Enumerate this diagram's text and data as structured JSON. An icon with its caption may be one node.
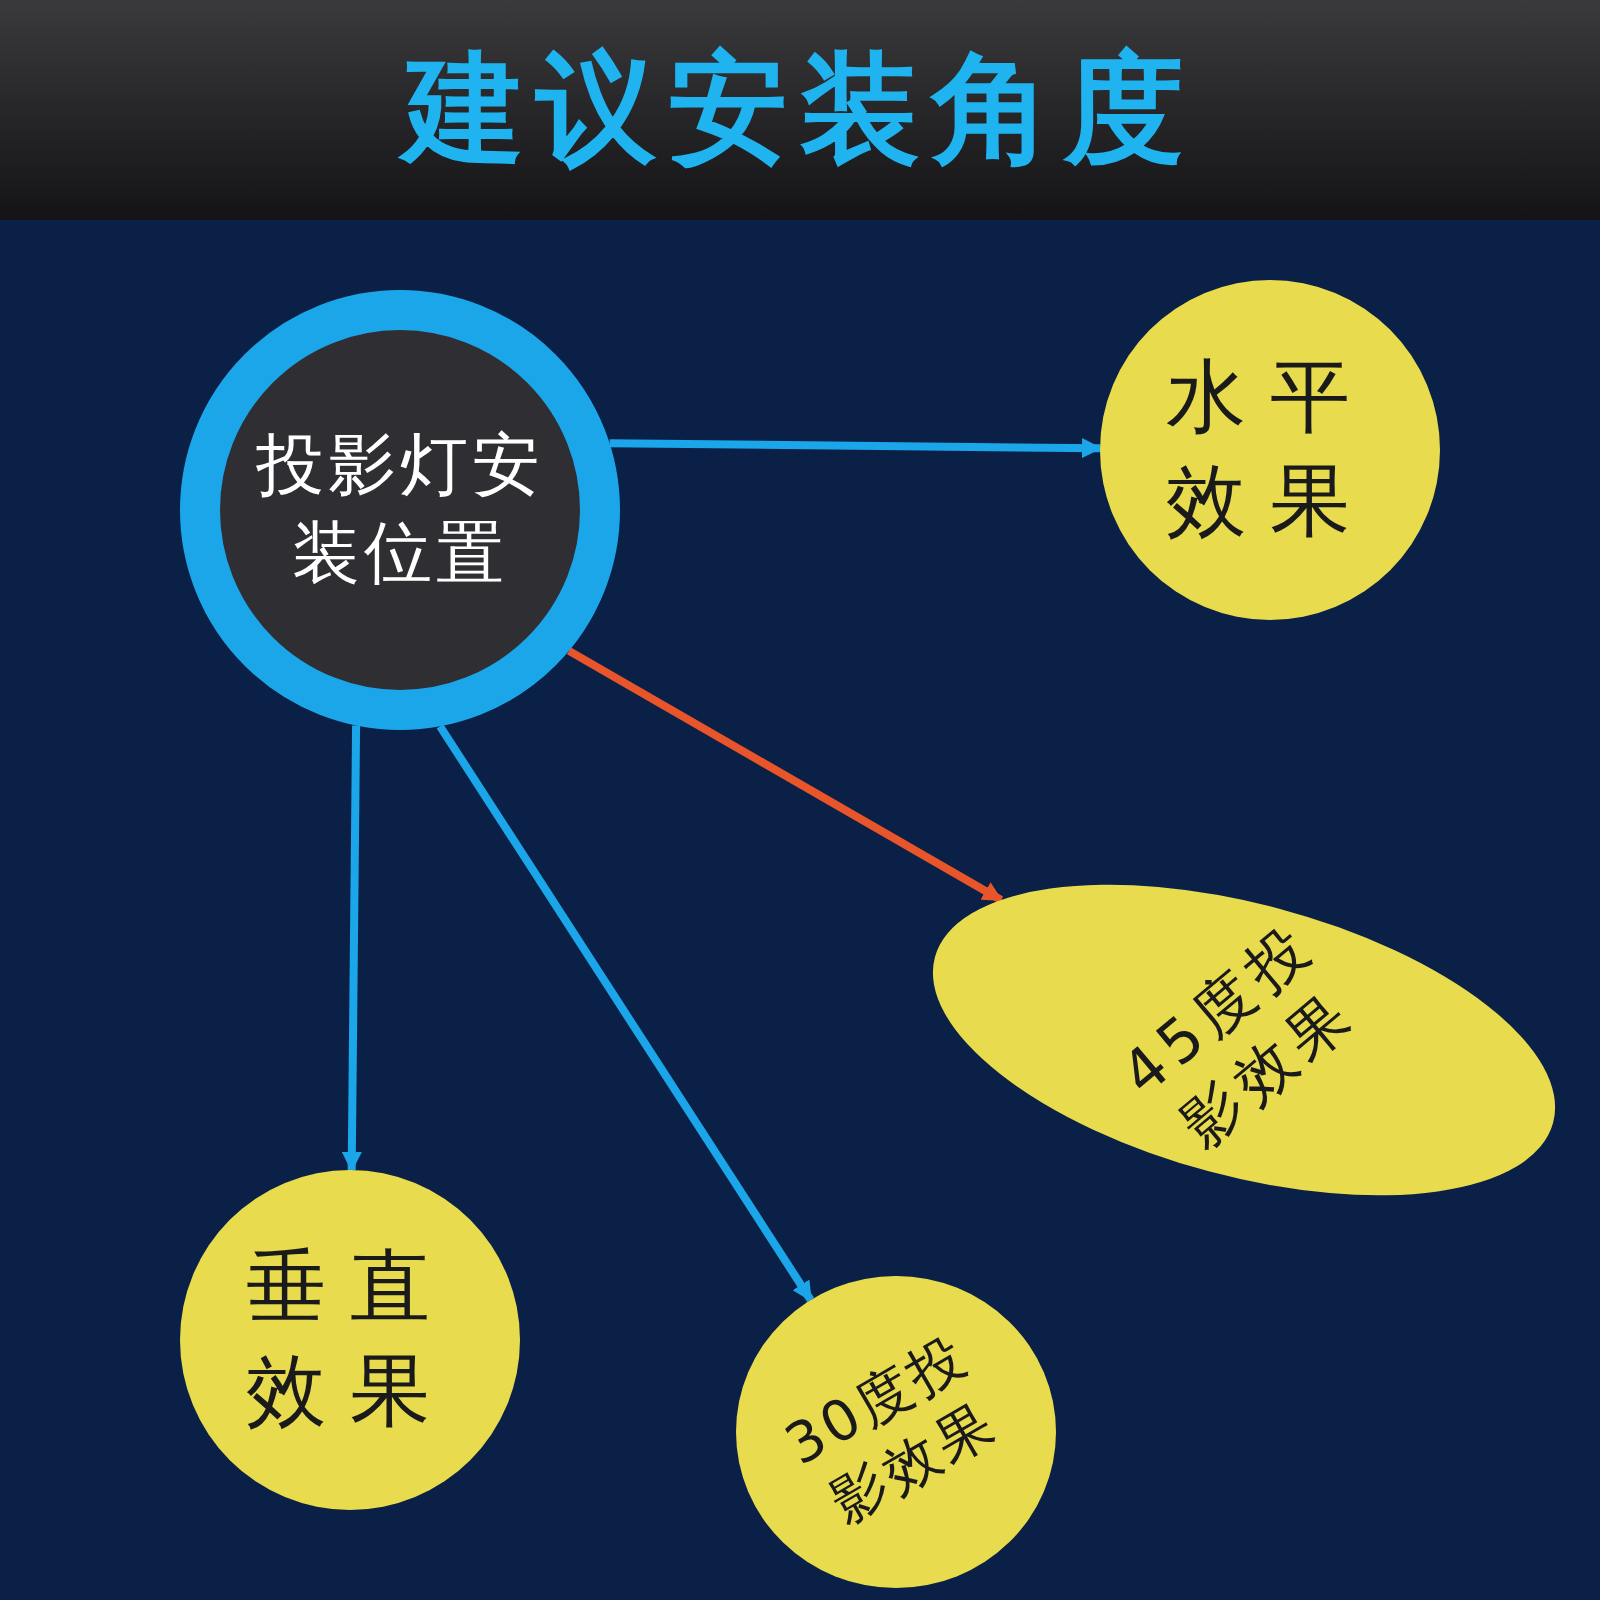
{
  "diagram": {
    "title": "建议安装角度",
    "nodes": [
      {
        "text": [
          "投影灯安装位置"
        ]
      },
      {
        "text": [
          "水平效果"
        ]
      },
      {
        "text": [
          "45度投影效果"
        ]
      },
      {
        "text": [
          "垂直效果"
        ]
      },
      {
        "text": [
          "30度投影效果"
        ]
      }
    ],
    "edges": [
      {
        "from": 0,
        "to": 1,
        "arrow": "to"
      },
      {
        "from": 0,
        "to": 2,
        "arrow": "to",
        "color": "#e9552b"
      },
      {
        "from": 0,
        "to": 3,
        "arrow": "to"
      },
      {
        "from": 0,
        "to": 4,
        "arrow": "to"
      }
    ]
  }
}
